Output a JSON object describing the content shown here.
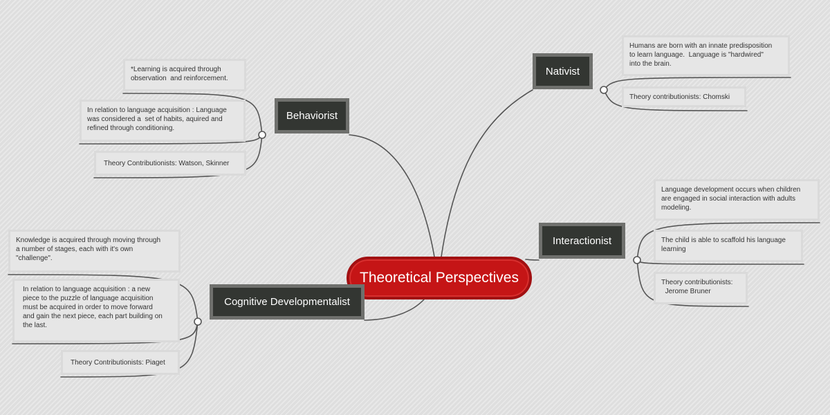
{
  "central": {
    "label": "Theoretical Perspectives"
  },
  "branches": {
    "nativist": {
      "label": "Nativist",
      "notes": [
        "Humans are born with an innate predisposition\nto learn language.  Language is \"hardwired\"\ninto the brain.",
        "Theory contributionists: Chomski"
      ]
    },
    "behaviorist": {
      "label": "Behaviorist",
      "notes": [
        "*Learning is acquired through\nobservation  and reinforcement.",
        "In relation to language acquisition : Language\nwas considered a  set of habits, aquired and\nrefined through conditioning.",
        "Theory Contributionists: Watson, Skinner"
      ]
    },
    "interactionist": {
      "label": "Interactionist",
      "notes": [
        "Language development occurs when children\nare engaged in social interaction with adults\nmodeling.",
        "The child is able to scaffold his language\nlearning",
        "Theory contributionists:\n  Jerome Bruner"
      ]
    },
    "cognitive": {
      "label": "Cognitive Developmentalist",
      "notes": [
        "Knowledge is acquired through moving through\na number of stages, each with it's own\n\"challenge\".",
        "In relation to language acquisition : a new\npiece to the puzzle of language acquisition\nmust be acquired in order to move forward\nand gain the next piece, each part building on\nthe last.",
        "Theory Contributionists: Piaget"
      ]
    }
  },
  "colors": {
    "background": "#e3e3e3",
    "central_fill": "#c51516",
    "topic_fill": "#333632",
    "topic_border": "#6f706d",
    "connector": "#555555",
    "note_fill": "#e6e6e6"
  }
}
